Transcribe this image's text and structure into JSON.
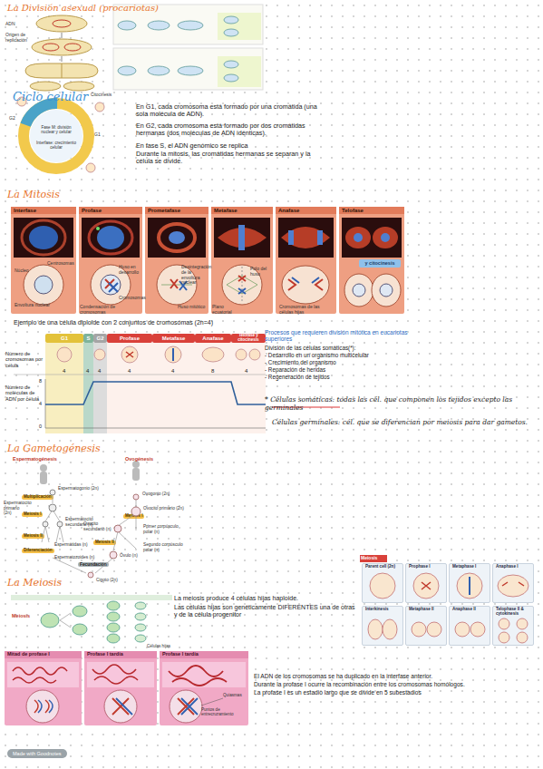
{
  "diagram": {
    "nodes": [
      {
        "text": [
          "Interfase"
        ]
      },
      {
        "text": [
          "Profase"
        ]
      },
      {
        "text": [
          "Prometafase"
        ]
      },
      {
        "text": [
          "Metafase"
        ]
      },
      {
        "text": [
          "Anafase"
        ]
      },
      {
        "text": [
          "Telofase"
        ]
      },
      {
        "text": [
          "y citocinesis"
        ],
        "in": 5
      },
      {
        "text": [
          "G1"
        ]
      },
      {
        "text": [
          "S"
        ]
      },
      {
        "text": [
          "G2"
        ]
      },
      {
        "text": [
          "Profase"
        ]
      },
      {
        "text": [
          "Metafase"
        ]
      },
      {
        "text": [
          "Anafase"
        ]
      },
      {
        "text": [
          "Telofase y citocinesis"
        ]
      },
      {
        "text": [
          "Multiplicación"
        ]
      },
      {
        "text": [
          "Meiosis I"
        ]
      },
      {
        "text": [
          "Meiosis II"
        ]
      },
      {
        "text": [
          "Diferenciación"
        ]
      },
      {
        "text": [
          "Meiosis I"
        ]
      },
      {
        "text": [
          "Meiosis II"
        ]
      },
      {
        "text": [
          "Fecundación"
        ]
      },
      {
        "text": [
          "Parent cell (2n)"
        ]
      },
      {
        "text": [
          "Prophase I"
        ]
      },
      {
        "text": [
          "Metaphase I"
        ]
      },
      {
        "text": [
          "Anaphase I"
        ]
      },
      {
        "text": [
          "Interkinesis"
        ]
      },
      {
        "text": [
          "Metaphase II"
        ]
      },
      {
        "text": [
          "Anaphase II"
        ]
      },
      {
        "text": [
          "Telophase II & cytokinesis"
        ]
      },
      {
        "text": [
          "Mitad de profase I"
        ]
      },
      {
        "text": [
          "Profase I tardía"
        ]
      },
      {
        "text": [
          "Profase I tardía"
        ]
      }
    ],
    "labels": [
      "La División asexual (procariotas)",
      "ADN",
      "Origen de replicación",
      "Ciclo celular",
      "En G1, cada cromosoma está formado por una cromátida (una sola molécula de ADN).",
      "En G2, cada cromosoma está formado por dos cromátidas hermanas (dos moléculas de ADN idénticas).",
      "En fase S, el ADN genómico se replica",
      "Durante la mitosis, las cromátidas hermanas se separan y la célula se divide.",
      "Fase M: división nuclear y celular",
      "Interfase: crecimiento celular",
      "Citocinesis",
      "G1",
      "G2",
      "La Mitosis",
      "Núcleo",
      "Centrosomas",
      "Envoltura nuclear",
      "Huso en desarrollo",
      "Cromosomas",
      "Condensación de cromosomas",
      "Desintegración de la envoltura nuclear",
      "Huso mitótico",
      "Plano ecuatorial",
      "Polo del huso",
      "Cromosomas de las células hijas",
      "Ejemplo de una célula diploide con 2 conjuntos de cromosomas (2n=4)",
      "Número de cromosomas por célula",
      "Número de moléculas de ADN por célula",
      "4",
      "4",
      "4",
      "4",
      "4",
      "8",
      "4",
      "8",
      "4",
      "0",
      "Procesos que requieren división mitótica en eucariotas superiores",
      "División de las células somáticas(*):",
      "- Desarrollo en un organismo multicelular",
      "- Crecimiento del organismo",
      "- Reparación de heridas",
      "- Regeneración de tejidos",
      "* Células somáticas: todas las cél. que componen los tejidos excepto las germinales",
      "Células germinales: cél. que se diferencian por meiosis para dar gametos.",
      "La Gametogénesis",
      "Espermatogénesis",
      "Ovogénesis",
      "Espermatogonio (2n)",
      "Espermatocito primario (2n)",
      "Espermatocito secundario (n)",
      "Espermátidas (n)",
      "Espermatozoides (n)",
      "Ovogonio (2n)",
      "Ovocito primario (2n)",
      "Ovocito secundario (n)",
      "Primer corpúsculo polar (n)",
      "Óvulo (n)",
      "Segundo corpúsculo polar (n)",
      "Cigoto (2n)",
      "La Meiosis",
      "Meiosis",
      "La meiosis produce 4 células hijas haploide.",
      "Las células hijas son genéticamente DIFERENTES una de otras y de la célula progenitor",
      "Células hijas",
      "Meiosis",
      "Puntos de entrecruzamiento",
      "Quiasmas",
      "El ADN de los cromosomas se ha duplicado en la interfase anterior.",
      "Durante la profase I ocurre la recombinación entre los cromosomas homólogos.",
      "La profase I es un estadio largo que se divide en 5 subestadios",
      "Made with Goodnotes"
    ]
  }
}
